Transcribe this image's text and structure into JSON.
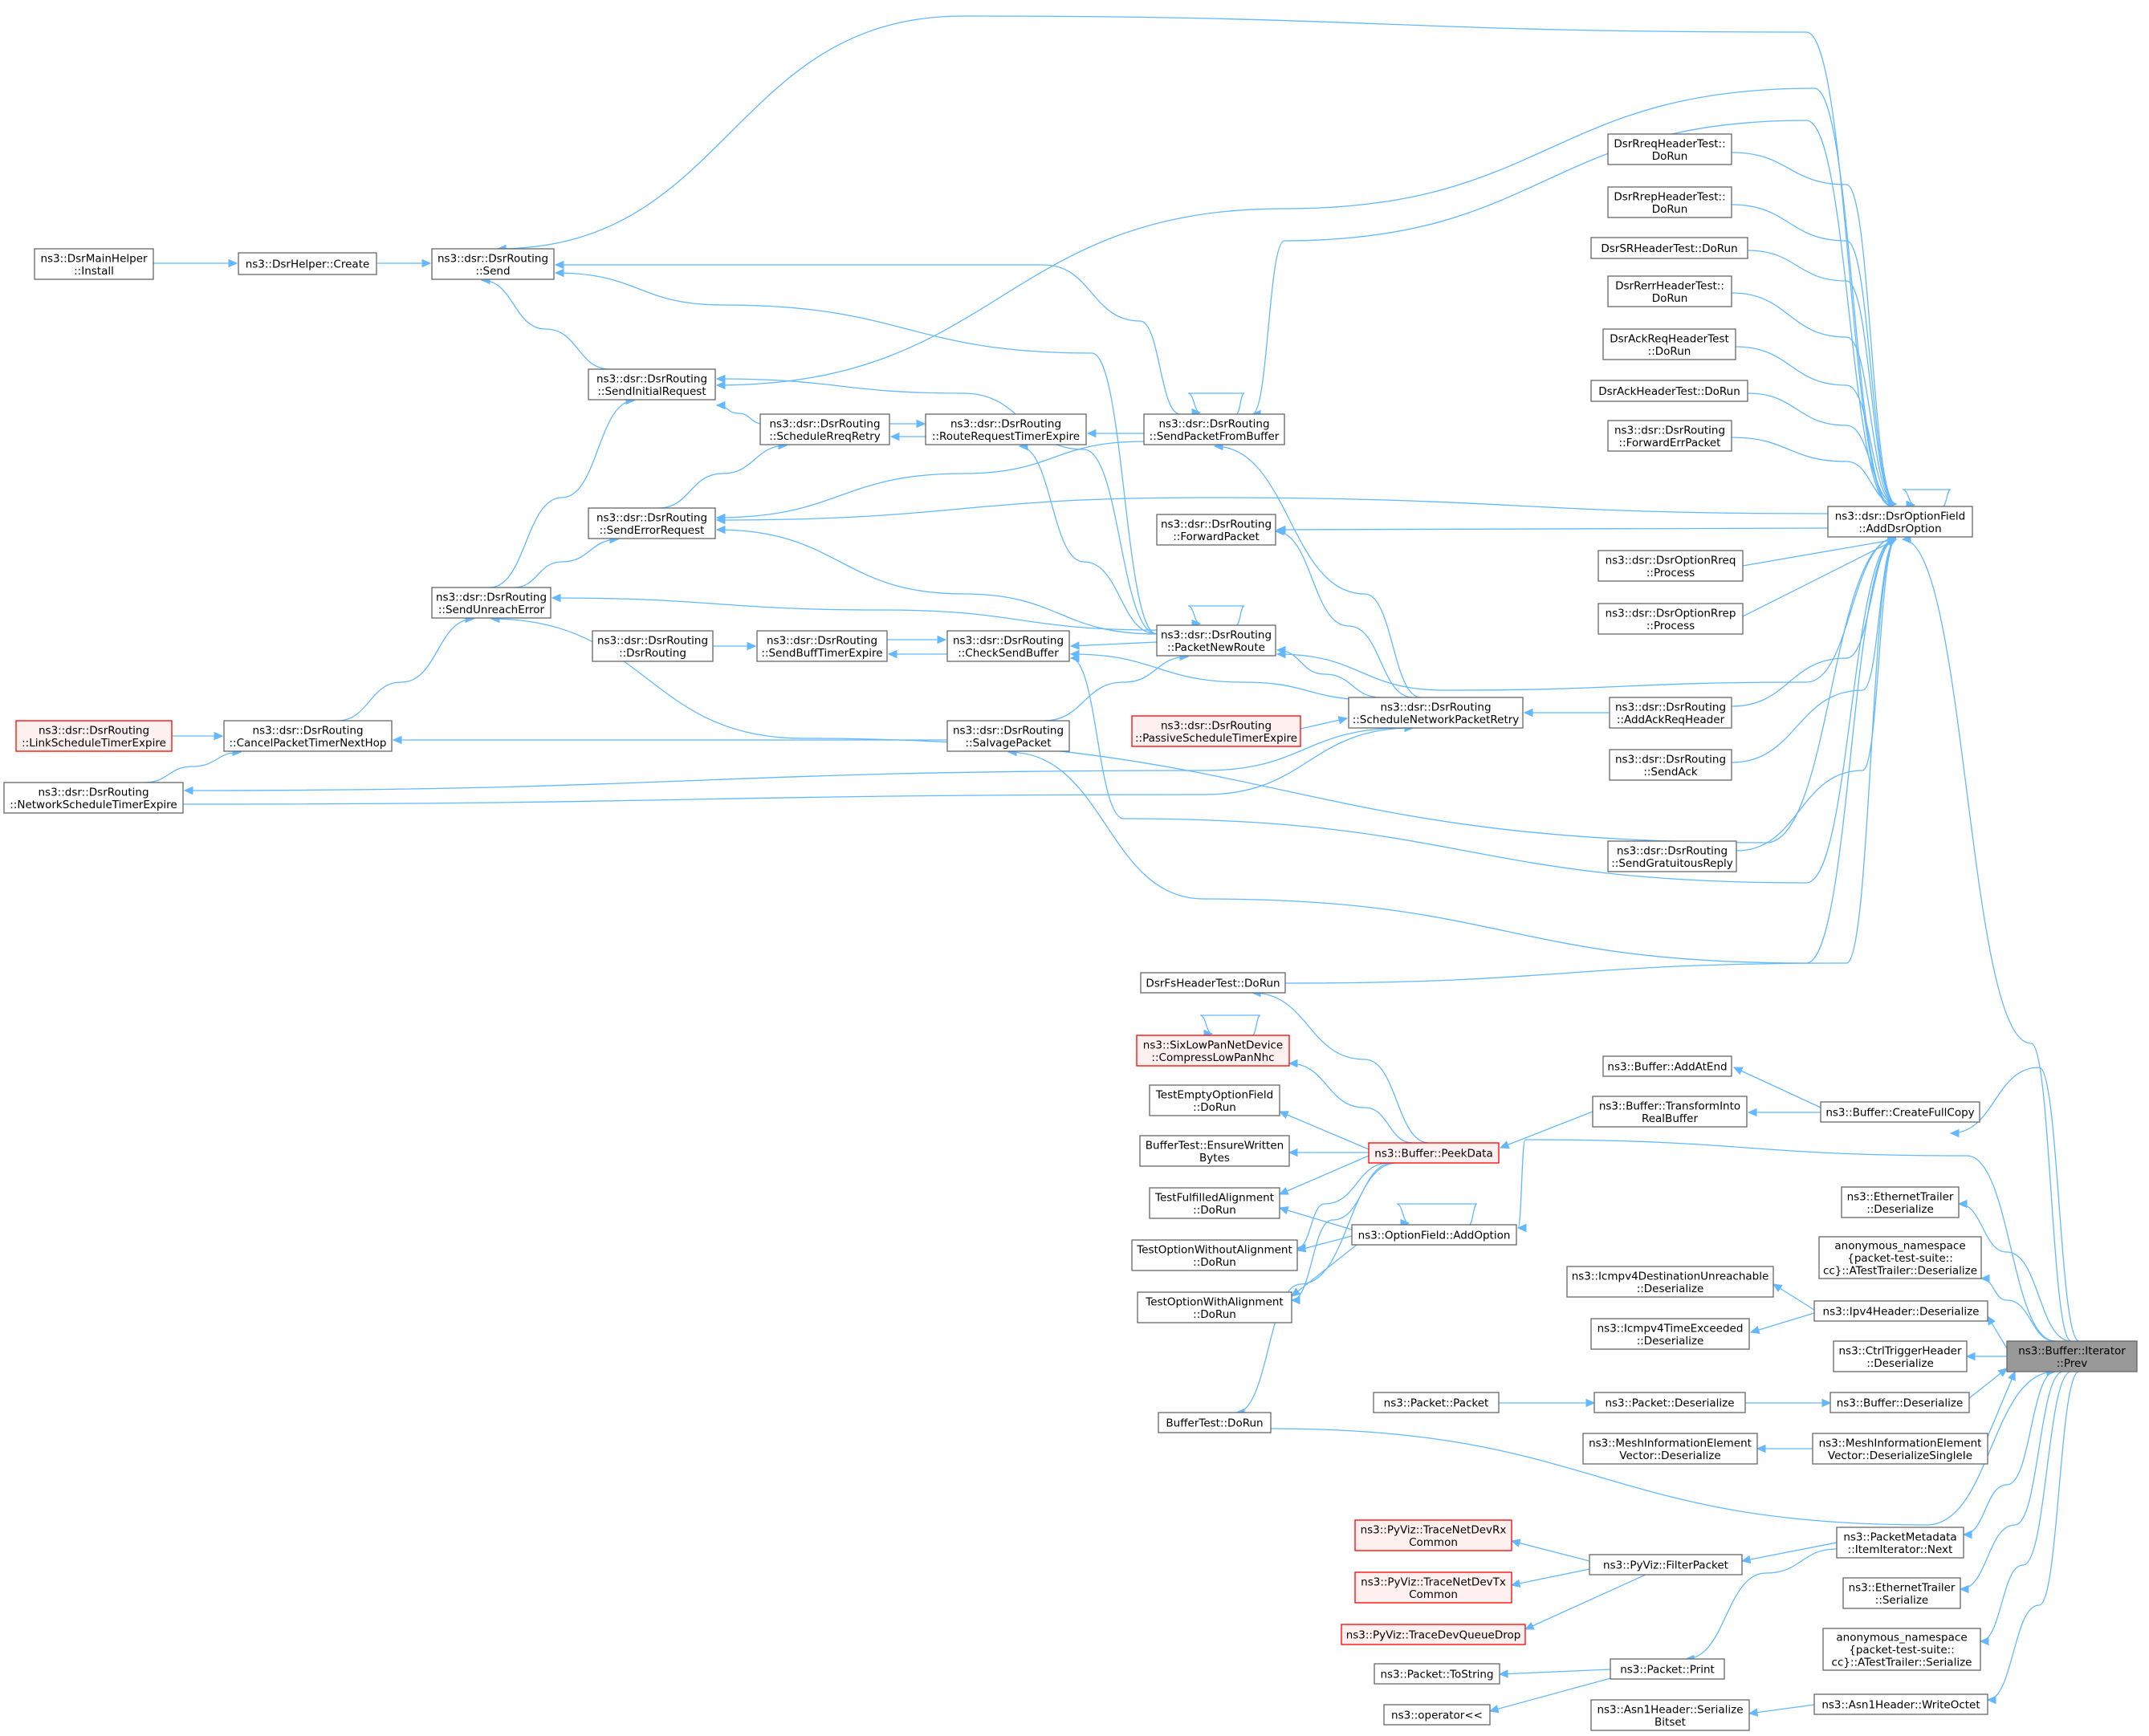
{
  "colors": {
    "edge": "#63b8ff",
    "node_border": "#666666",
    "node_fill": "#ffffff",
    "truncated_border": "#ff0000",
    "truncated_fill": "#fff0f0",
    "focus_fill": "#999999"
  },
  "nodes": {
    "mainhelper_install": {
      "lines": [
        "ns3::DsrMainHelper",
        "::Install"
      ],
      "style": "normal"
    },
    "helper_create": {
      "lines": [
        "ns3::DsrHelper::Create"
      ],
      "style": "normal"
    },
    "routing_send": {
      "lines": [
        "ns3::dsr::DsrRouting",
        "::Send"
      ],
      "style": "normal"
    },
    "send_initial_request": {
      "lines": [
        "ns3::dsr::DsrRouting",
        "::SendInitialRequest"
      ],
      "style": "normal"
    },
    "schedule_rreq_retry": {
      "lines": [
        "ns3::dsr::DsrRouting",
        "::ScheduleRreqRetry"
      ],
      "style": "normal"
    },
    "route_request_timer_expire": {
      "lines": [
        "ns3::dsr::DsrRouting",
        "::RouteRequestTimerExpire"
      ],
      "style": "normal"
    },
    "send_packet_from_buffer": {
      "lines": [
        "ns3::dsr::DsrRouting",
        "::SendPacketFromBuffer"
      ],
      "style": "normal"
    },
    "send_error_request": {
      "lines": [
        "ns3::dsr::DsrRouting",
        "::SendErrorRequest"
      ],
      "style": "normal"
    },
    "forward_packet": {
      "lines": [
        "ns3::dsr::DsrRouting",
        "::ForwardPacket"
      ],
      "style": "normal"
    },
    "send_unreach_error": {
      "lines": [
        "ns3::dsr::DsrRouting",
        "::SendUnreachError"
      ],
      "style": "normal"
    },
    "dsr_routing_ctor": {
      "lines": [
        "ns3::dsr::DsrRouting",
        "::DsrRouting"
      ],
      "style": "normal"
    },
    "send_buff_timer_expire": {
      "lines": [
        "ns3::dsr::DsrRouting",
        "::SendBuffTimerExpire"
      ],
      "style": "normal"
    },
    "check_send_buffer": {
      "lines": [
        "ns3::dsr::DsrRouting",
        "::CheckSendBuffer"
      ],
      "style": "normal"
    },
    "packet_new_route": {
      "lines": [
        "ns3::dsr::DsrRouting",
        "::PacketNewRoute"
      ],
      "style": "normal"
    },
    "link_schedule_timer_expire": {
      "lines": [
        "ns3::dsr::DsrRouting",
        "::LinkScheduleTimerExpire"
      ],
      "style": "truncated"
    },
    "cancel_packet_timer_next_hop": {
      "lines": [
        "ns3::dsr::DsrRouting",
        "::CancelPacketTimerNextHop"
      ],
      "style": "normal"
    },
    "salvage_packet": {
      "lines": [
        "ns3::dsr::DsrRouting",
        "::SalvagePacket"
      ],
      "style": "normal"
    },
    "passive_schedule_timer_expire": {
      "lines": [
        "ns3::dsr::DsrRouting",
        "::PassiveScheduleTimerExpire"
      ],
      "style": "truncated"
    },
    "schedule_network_packet_retry": {
      "lines": [
        "ns3::dsr::DsrRouting",
        "::ScheduleNetworkPacketRetry"
      ],
      "style": "normal"
    },
    "network_schedule_timer_expire": {
      "lines": [
        "ns3::dsr::DsrRouting",
        "::NetworkScheduleTimerExpire"
      ],
      "style": "normal"
    },
    "rreq_header_test": {
      "lines": [
        "DsrRreqHeaderTest::",
        "DoRun"
      ],
      "style": "normal"
    },
    "rrep_header_test": {
      "lines": [
        "DsrRrepHeaderTest::",
        "DoRun"
      ],
      "style": "normal"
    },
    "sr_header_test": {
      "lines": [
        "DsrSRHeaderTest::DoRun"
      ],
      "style": "normal"
    },
    "rerr_header_test": {
      "lines": [
        "DsrRerrHeaderTest::",
        "DoRun"
      ],
      "style": "normal"
    },
    "ackreq_header_test": {
      "lines": [
        "DsrAckReqHeaderTest",
        "::DoRun"
      ],
      "style": "normal"
    },
    "ack_header_test": {
      "lines": [
        "DsrAckHeaderTest::DoRun"
      ],
      "style": "normal"
    },
    "forward_err_packet": {
      "lines": [
        "ns3::dsr::DsrRouting",
        "::ForwardErrPacket"
      ],
      "style": "normal"
    },
    "add_dsr_option": {
      "lines": [
        "ns3::dsr::DsrOptionField",
        "::AddDsrOption"
      ],
      "style": "normal"
    },
    "option_rreq_process": {
      "lines": [
        "ns3::dsr::DsrOptionRreq",
        "::Process"
      ],
      "style": "normal"
    },
    "option_rrep_process": {
      "lines": [
        "ns3::dsr::DsrOptionRrep",
        "::Process"
      ],
      "style": "normal"
    },
    "add_ack_req_header": {
      "lines": [
        "ns3::dsr::DsrRouting",
        "::AddAckReqHeader"
      ],
      "style": "normal"
    },
    "send_ack": {
      "lines": [
        "ns3::dsr::DsrRouting",
        "::SendAck"
      ],
      "style": "normal"
    },
    "send_gratuitous_reply": {
      "lines": [
        "ns3::dsr::DsrRouting",
        "::SendGratuitousReply"
      ],
      "style": "normal"
    },
    "fs_header_test": {
      "lines": [
        "DsrFsHeaderTest::DoRun"
      ],
      "style": "normal"
    },
    "compress_lowpan_nhc": {
      "lines": [
        "ns3::SixLowPanNetDevice",
        "::CompressLowPanNhc"
      ],
      "style": "truncated"
    },
    "test_empty_option_field": {
      "lines": [
        "TestEmptyOptionField",
        "::DoRun"
      ],
      "style": "normal"
    },
    "buffer_test_ensure": {
      "lines": [
        "BufferTest::EnsureWritten",
        "Bytes"
      ],
      "style": "normal"
    },
    "test_fulfilled_alignment": {
      "lines": [
        "TestFulfilledAlignment",
        "::DoRun"
      ],
      "style": "normal"
    },
    "test_option_without_alignment": {
      "lines": [
        "TestOptionWithoutAlignment",
        "::DoRun"
      ],
      "style": "normal"
    },
    "test_option_with_alignment": {
      "lines": [
        "TestOptionWithAlignment",
        "::DoRun"
      ],
      "style": "normal"
    },
    "buffer_test_dorun": {
      "lines": [
        "BufferTest::DoRun"
      ],
      "style": "normal"
    },
    "peek_data": {
      "lines": [
        "ns3::Buffer::PeekData"
      ],
      "style": "truncated"
    },
    "option_field_add_option": {
      "lines": [
        "ns3::OptionField::AddOption"
      ],
      "style": "normal"
    },
    "buffer_add_at_end": {
      "lines": [
        "ns3::Buffer::AddAtEnd"
      ],
      "style": "normal"
    },
    "transform_into_real_buffer": {
      "lines": [
        "ns3::Buffer::TransformInto",
        "RealBuffer"
      ],
      "style": "normal"
    },
    "create_full_copy": {
      "lines": [
        "ns3::Buffer::CreateFullCopy"
      ],
      "style": "normal"
    },
    "ethernet_trailer_deserialize": {
      "lines": [
        "ns3::EthernetTrailer",
        "::Deserialize"
      ],
      "style": "normal"
    },
    "atest_trailer_deserialize": {
      "lines": [
        "anonymous_namespace",
        "{packet-test-suite::",
        "cc}::ATestTrailer::Deserialize"
      ],
      "style": "normal"
    },
    "icmpv4_dest_unreachable": {
      "lines": [
        "ns3::Icmpv4DestinationUnreachable",
        "::Deserialize"
      ],
      "style": "normal"
    },
    "icmpv4_time_exceeded": {
      "lines": [
        "ns3::Icmpv4TimeExceeded",
        "::Deserialize"
      ],
      "style": "normal"
    },
    "ipv4_header_deserialize": {
      "lines": [
        "ns3::Ipv4Header::Deserialize"
      ],
      "style": "normal"
    },
    "ctrl_trigger_deserialize": {
      "lines": [
        "ns3::CtrlTriggerHeader",
        "::Deserialize"
      ],
      "style": "normal"
    },
    "packet_packet": {
      "lines": [
        "ns3::Packet::Packet"
      ],
      "style": "normal"
    },
    "packet_deserialize": {
      "lines": [
        "ns3::Packet::Deserialize"
      ],
      "style": "normal"
    },
    "buffer_deserialize": {
      "lines": [
        "ns3::Buffer::Deserialize"
      ],
      "style": "normal"
    },
    "mesh_vector_deserialize": {
      "lines": [
        "ns3::MeshInformationElement",
        "Vector::Deserialize"
      ],
      "style": "normal"
    },
    "mesh_deserialize_single_ie": {
      "lines": [
        "ns3::MeshInformationElement",
        "Vector::DeserializeSingleIe"
      ],
      "style": "normal"
    },
    "trace_netdev_rx": {
      "lines": [
        "ns3::PyViz::TraceNetDevRx",
        "Common"
      ],
      "style": "truncated"
    },
    "trace_netdev_tx": {
      "lines": [
        "ns3::PyViz::TraceNetDevTx",
        "Common"
      ],
      "style": "truncated"
    },
    "trace_dev_queue_drop": {
      "lines": [
        "ns3::PyViz::TraceDevQueueDrop"
      ],
      "style": "truncated"
    },
    "filter_packet": {
      "lines": [
        "ns3::PyViz::FilterPacket"
      ],
      "style": "normal"
    },
    "item_iterator_next": {
      "lines": [
        "ns3::PacketMetadata",
        "::ItemIterator::Next"
      ],
      "style": "normal"
    },
    "ethernet_trailer_serialize": {
      "lines": [
        "ns3::EthernetTrailer",
        "::Serialize"
      ],
      "style": "normal"
    },
    "atest_trailer_serialize": {
      "lines": [
        "anonymous_namespace",
        "{packet-test-suite::",
        "cc}::ATestTrailer::Serialize"
      ],
      "style": "normal"
    },
    "packet_to_string": {
      "lines": [
        "ns3::Packet::ToString"
      ],
      "style": "normal"
    },
    "packet_print": {
      "lines": [
        "ns3::Packet::Print"
      ],
      "style": "normal"
    },
    "operator_lshift": {
      "lines": [
        "ns3::operator<<"
      ],
      "style": "normal"
    },
    "asn1_serialize_bitset": {
      "lines": [
        "ns3::Asn1Header::Serialize",
        "Bitset"
      ],
      "style": "normal"
    },
    "asn1_write_octet": {
      "lines": [
        "ns3::Asn1Header::WriteOctet"
      ],
      "style": "normal"
    },
    "iterator_prev": {
      "lines": [
        "ns3::Buffer::Iterator",
        "::Prev"
      ],
      "style": "focus"
    }
  }
}
